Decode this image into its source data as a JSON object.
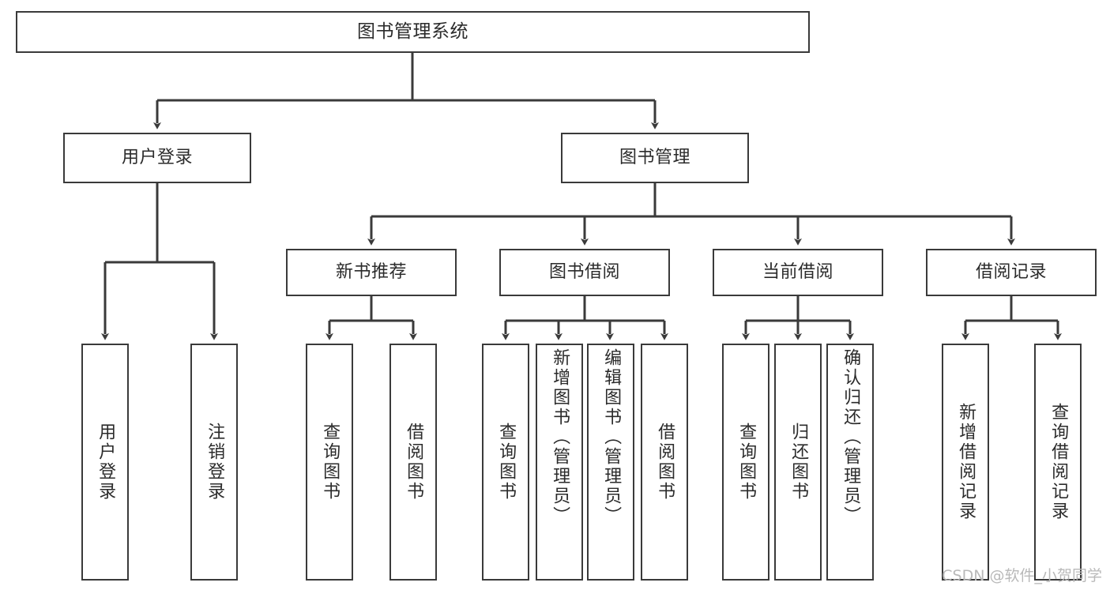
{
  "diagram": {
    "type": "tree",
    "title": "图书管理系统",
    "orientation": "top-down",
    "edge_style": "orthogonal-arrow",
    "colors": {
      "box_border": "#3a3a3a",
      "box_fill": "#ffffff",
      "text": "#2b2b2b",
      "line": "#3a3a3a",
      "watermark": "#b9b9b9"
    },
    "root": {
      "id": "root",
      "label": "图书管理系统"
    },
    "level2": [
      {
        "id": "user-login",
        "label": "用户登录"
      },
      {
        "id": "book-management",
        "label": "图书管理"
      }
    ],
    "level3": [
      {
        "id": "new-book-recommend",
        "label": "新书推荐",
        "parent": "book-management"
      },
      {
        "id": "book-borrow",
        "label": "图书借阅",
        "parent": "book-management"
      },
      {
        "id": "current-borrow",
        "label": "当前借阅",
        "parent": "book-management"
      },
      {
        "id": "borrow-record",
        "label": "借阅记录",
        "parent": "book-management"
      }
    ],
    "leaves": [
      {
        "id": "leaf-user-login",
        "label": "用户登录",
        "parent": "user-login"
      },
      {
        "id": "leaf-logout-login",
        "label": "注销登录",
        "parent": "user-login"
      },
      {
        "id": "leaf-query-book-1",
        "label": "查询图书",
        "parent": "new-book-recommend"
      },
      {
        "id": "leaf-borrow-book-1",
        "label": "借阅图书",
        "parent": "new-book-recommend"
      },
      {
        "id": "leaf-query-book-2",
        "label": "查询图书",
        "parent": "book-borrow"
      },
      {
        "id": "leaf-add-book",
        "label": "新增图书（管理员）",
        "parent": "book-borrow"
      },
      {
        "id": "leaf-edit-book",
        "label": "编辑图书（管理员）",
        "parent": "book-borrow"
      },
      {
        "id": "leaf-borrow-book-2",
        "label": "借阅图书",
        "parent": "book-borrow"
      },
      {
        "id": "leaf-query-book-3",
        "label": "查询图书",
        "parent": "current-borrow"
      },
      {
        "id": "leaf-return-book",
        "label": "归还图书",
        "parent": "current-borrow"
      },
      {
        "id": "leaf-confirm-return",
        "label": "确认归还（管理员）",
        "parent": "current-borrow"
      },
      {
        "id": "leaf-add-record",
        "label": "新增借阅记录",
        "parent": "borrow-record"
      },
      {
        "id": "leaf-query-record",
        "label": "查询借阅记录",
        "parent": "borrow-record"
      }
    ]
  },
  "watermark": {
    "text": "CSDN @软件_小贺同学"
  }
}
